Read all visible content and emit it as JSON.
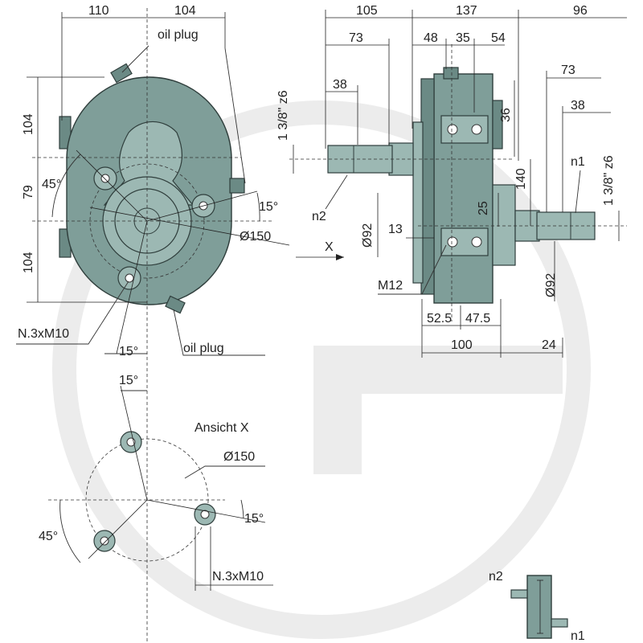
{
  "colors": {
    "housing": "#7f9e99",
    "housing_light": "#9cb8b3",
    "housing_dark": "#6b8a85",
    "line": "#222222",
    "watermark": "#ececec"
  },
  "front_view": {
    "dim_top_left": "110",
    "dim_top_right": "104",
    "oil_plug_top": "oil plug",
    "dim_left_top": "104",
    "dim_left_mid": "79",
    "dim_left_bottom": "104",
    "angle_45": "45°",
    "angle_15_right": "15°",
    "diameter": "Ø150",
    "bolts": "N.3xM10",
    "angle_15_bottom": "15°",
    "oil_plug_bottom": "oil plug"
  },
  "side_view": {
    "dim_105": "105",
    "dim_137": "137",
    "dim_96": "96",
    "dim_73_left": "73",
    "dim_48": "48",
    "dim_35": "35",
    "dim_54": "54",
    "dim_73_right": "73",
    "dim_38_left": "38",
    "dim_38_right": "38",
    "dim_36": "36",
    "shaft_left_spec": "1 3/8\" z6",
    "shaft_right_spec": "1 3/8\" z6",
    "dim_140": "140",
    "n1": "n1",
    "n2": "n2",
    "dim_25": "25",
    "dia_92_left": "Ø92",
    "dim_13": "13",
    "view_x": "X",
    "m12": "M12",
    "dia_92_right": "Ø92",
    "dim_52_5": "52.5",
    "dim_47_5": "47.5",
    "dim_100": "100",
    "dim_24": "24"
  },
  "view_x": {
    "angle_15_top": "15°",
    "title": "Ansicht X",
    "diameter": "Ø150",
    "angle_15_right": "15°",
    "angle_45": "45°",
    "bolts": "N.3xM10"
  },
  "schematic": {
    "n2": "n2",
    "n1": "n1"
  }
}
